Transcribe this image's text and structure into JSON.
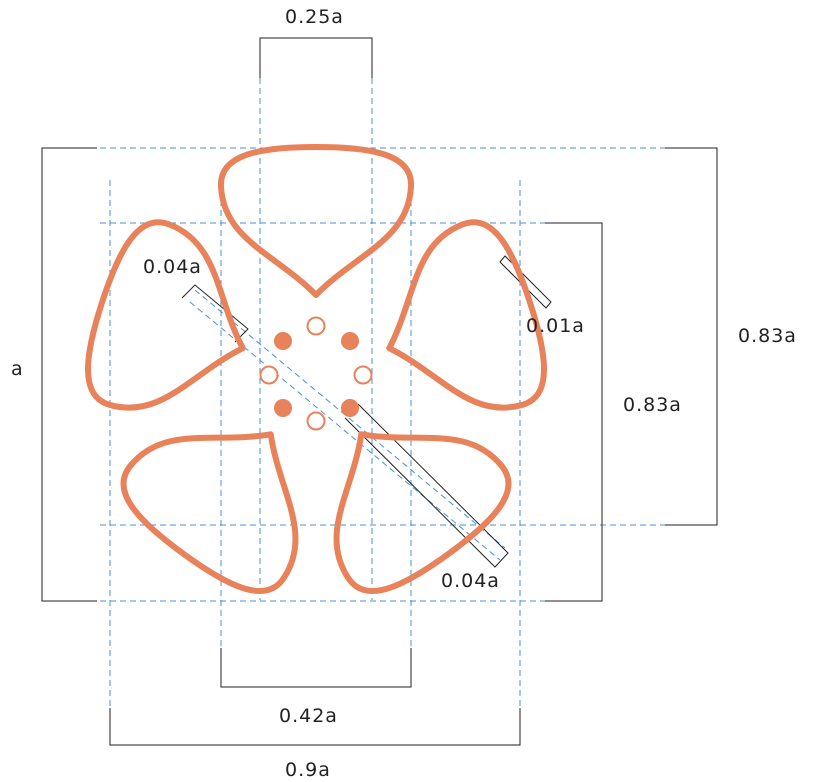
{
  "colors": {
    "flower": "#e8825a",
    "guide": "#4a90d9",
    "dimension": "#222222",
    "background": "#ffffff"
  },
  "dimensions": {
    "top_width": "0.25a",
    "total_height": "a",
    "right_outer_height": "0.83a",
    "right_inner_height": "0.83a",
    "inner_width": "0.42a",
    "total_width": "0.9a",
    "slot_upper_left": "0.04a",
    "slot_upper_right": "0.01a",
    "slot_lower_right": "0.04a"
  },
  "stamens": {
    "filled_count": 4,
    "hollow_count": 4
  }
}
